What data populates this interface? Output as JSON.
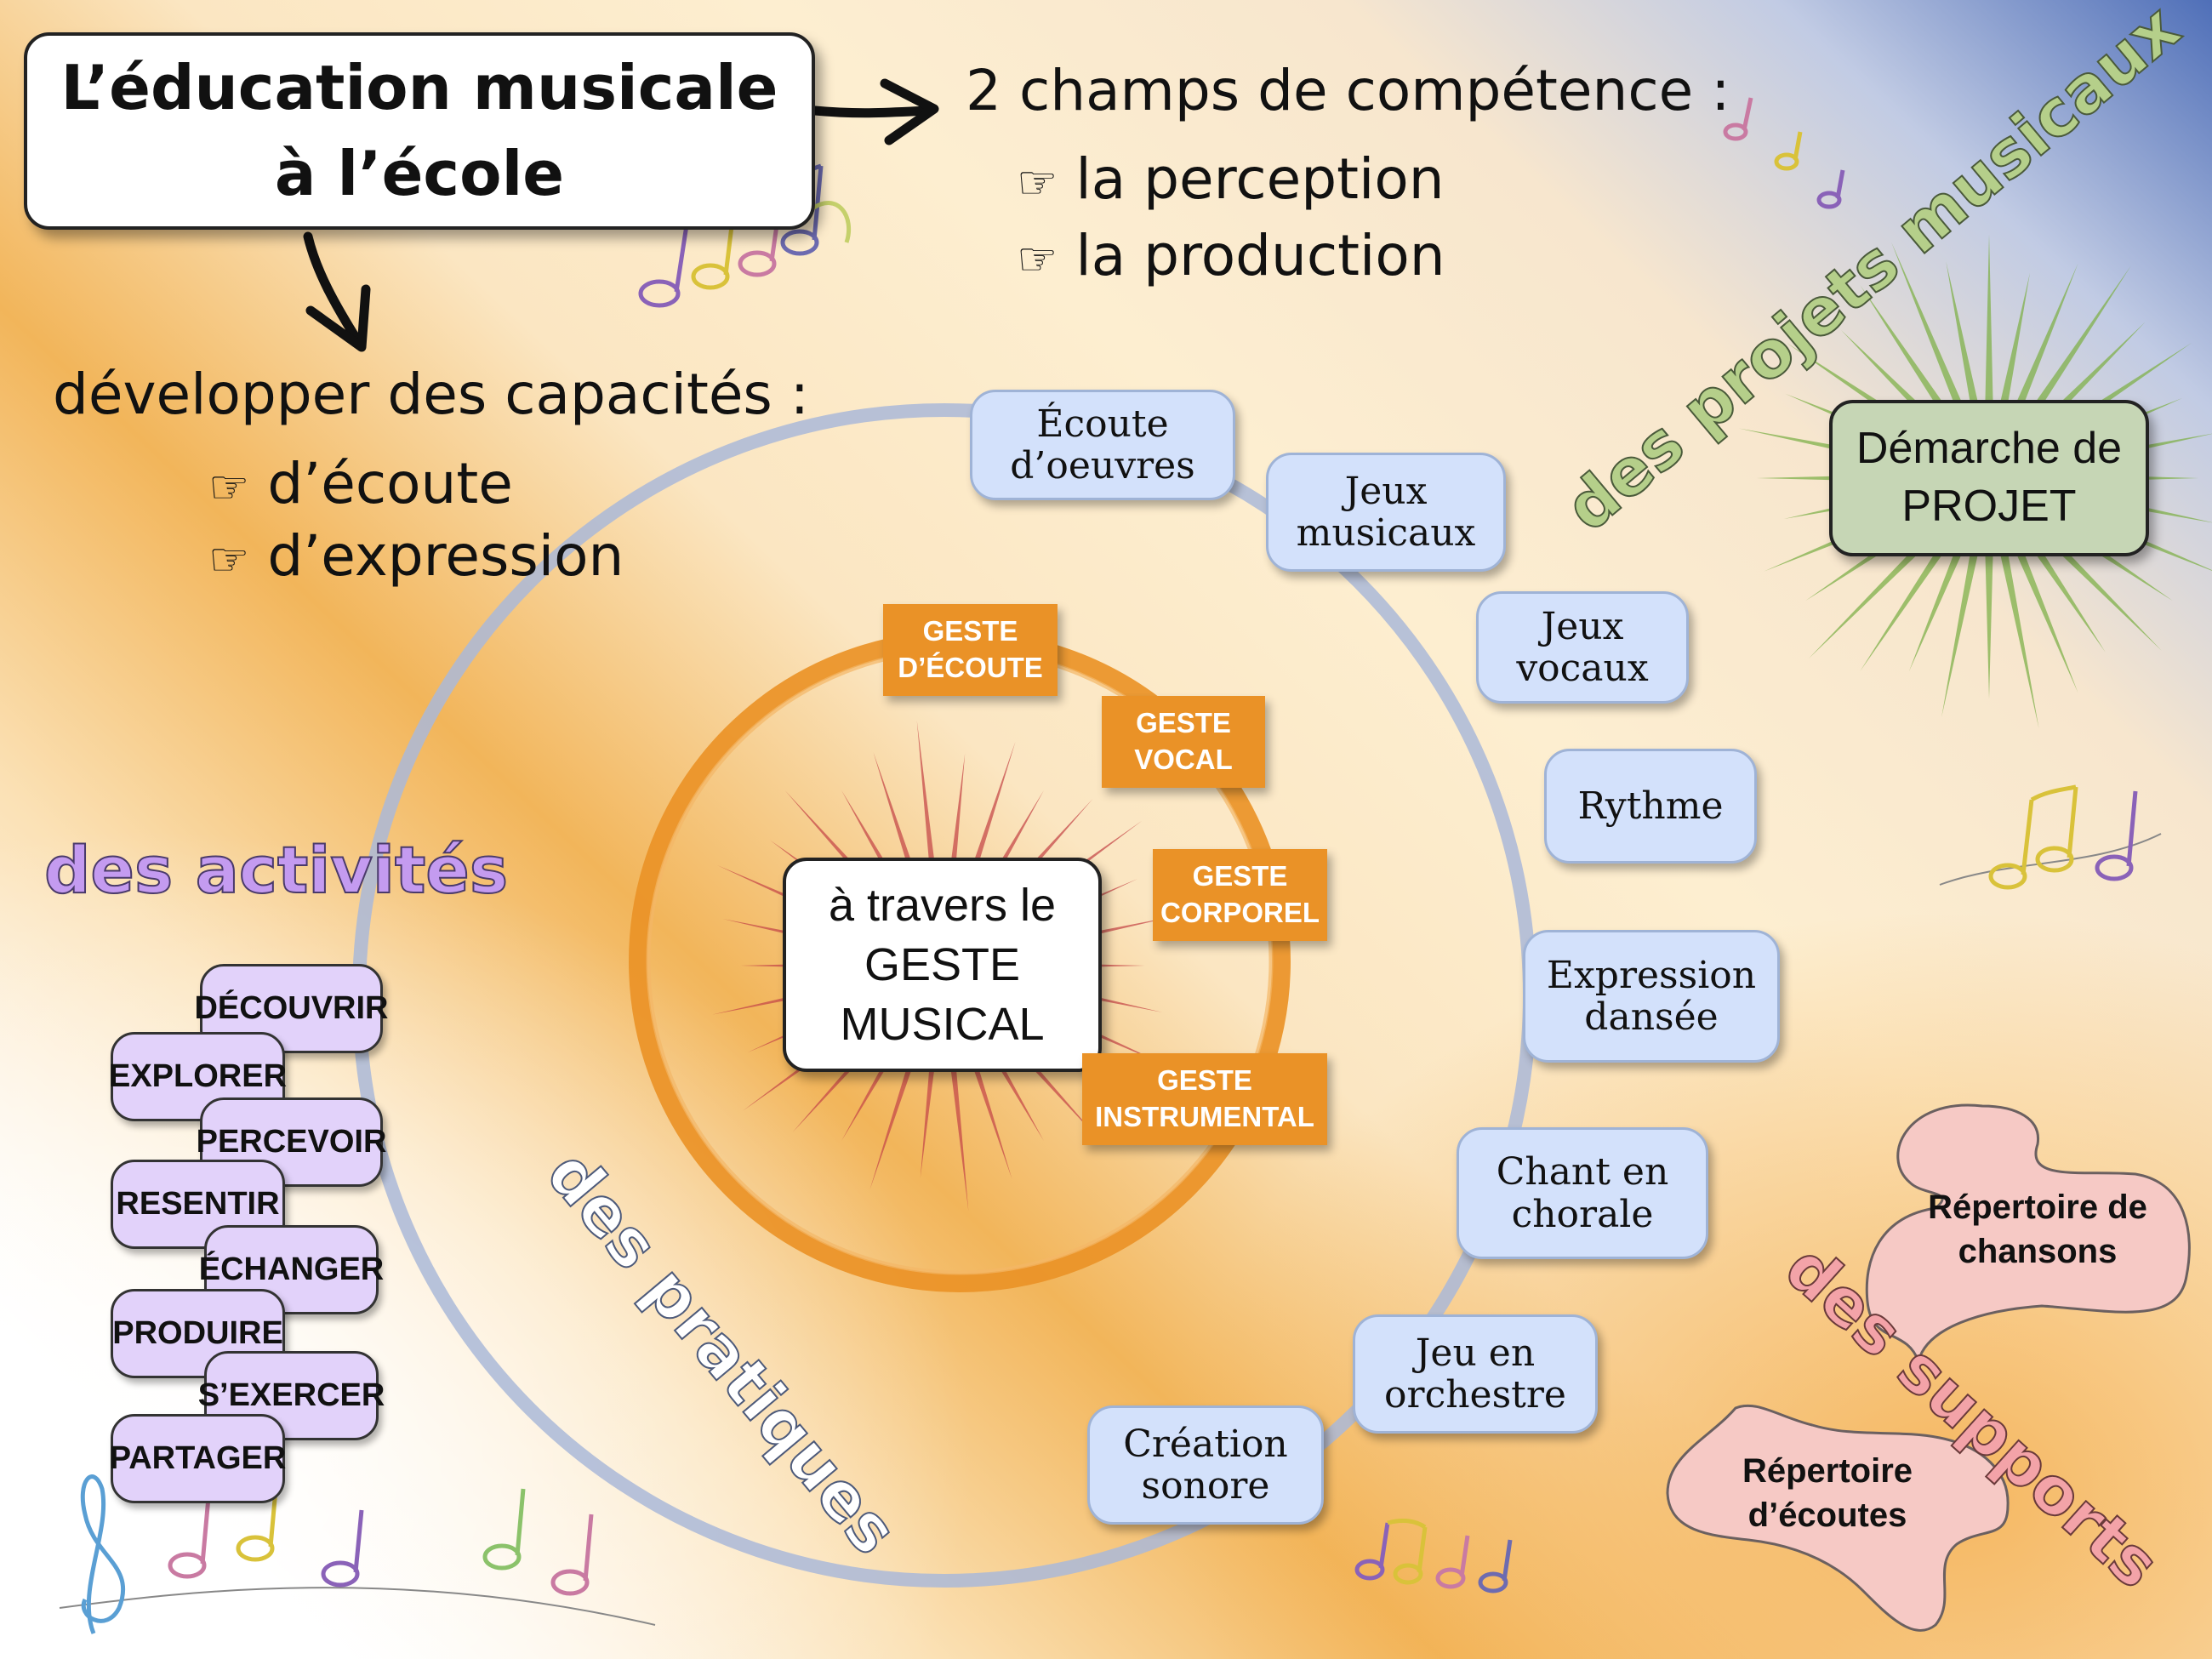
{
  "title": {
    "line1": "L’éducation musicale",
    "line2": "à l’école"
  },
  "competences": {
    "heading": "2 champs de compétence :",
    "items": [
      "la perception",
      "la production"
    ]
  },
  "capacites": {
    "heading": "développer des capacités :",
    "items": [
      "d’écoute",
      "d’expression"
    ]
  },
  "bullet_glyph": "☞",
  "center": {
    "line1": "à travers le",
    "line2": "GESTE",
    "line3": "MUSICAL"
  },
  "gestes": [
    {
      "line1": "GESTE",
      "line2": "D’ÉCOUTE"
    },
    {
      "line1": "GESTE",
      "line2": "VOCAL"
    },
    {
      "line1": "GESTE",
      "line2": "CORPOREL"
    },
    {
      "line1": "GESTE",
      "line2": "INSTRUMENTAL"
    }
  ],
  "pratiques": [
    {
      "line1": "Écoute",
      "line2": "d’oeuvres"
    },
    {
      "line1": "Jeux",
      "line2": "musicaux"
    },
    {
      "line1": "Jeux",
      "line2": "vocaux"
    },
    {
      "line1": "Rythme",
      "line2": ""
    },
    {
      "line1": "Expression",
      "line2": "dansée"
    },
    {
      "line1": "Chant en",
      "line2": "chorale"
    },
    {
      "line1": "Jeu en",
      "line2": "orchestre"
    },
    {
      "line1": "Création",
      "line2": "sonore"
    }
  ],
  "activites_verbs": [
    "DÉCOUVRIR",
    "EXPLORER",
    "PERCEVOIR",
    "RESENTIR",
    "ÉCHANGER",
    "PRODUIRE",
    "S’EXERCER",
    "PARTAGER"
  ],
  "labels": {
    "activites": "des activités",
    "pratiques": "des pratiques",
    "projets": "des projets musicaux",
    "supports": "des supports"
  },
  "projet": {
    "line1": "Démarche de",
    "line2": "PROJET"
  },
  "supports": {
    "chansons_line1": "Répertoire de",
    "chansons_line2": "chansons",
    "ecoutes": "Répertoire d’écoutes"
  },
  "colors": {
    "orange": "#ea9227",
    "ring_blue": "#aab8d8",
    "pill_blue": "#d3e1fb",
    "lilac": "#e2d2fa",
    "sage": "#c6d6b5",
    "pink": "#f6c9c5",
    "activites_text": "#c49bf0",
    "projets_text": "#b5cf8a",
    "supports_text": "#f3a3a8",
    "pratiques_text": "#ffffff"
  },
  "icons": [
    "arrow-right-icon",
    "arrow-down-icon",
    "pointing-hand-icon",
    "music-notes-icon",
    "treble-clef-icon",
    "starburst-icon"
  ]
}
